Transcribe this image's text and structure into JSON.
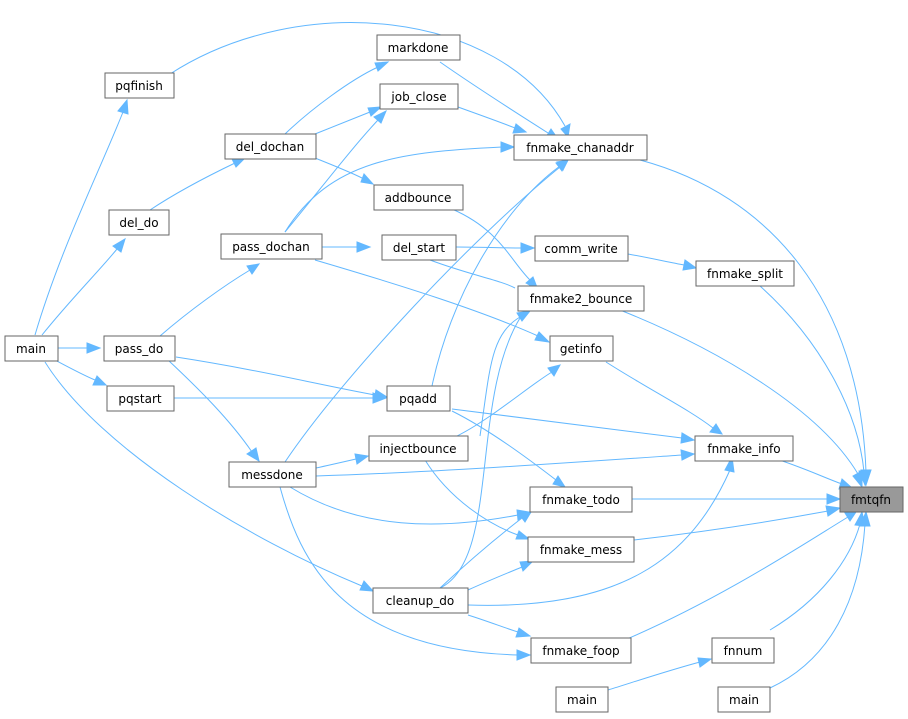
{
  "graph": {
    "colors": {
      "edge": "#63b8ff",
      "node_border": "#666666",
      "focus_fill": "#999999",
      "background": "#ffffff"
    },
    "nodes": {
      "fmtqfn": "fmtqfn",
      "fnmake_chanaddr": "fnmake_chanaddr",
      "fnmake_split": "fnmake_split",
      "fnmake2_bounce": "fnmake2_bounce",
      "fnmake_info": "fnmake_info",
      "fnmake_todo": "fnmake_todo",
      "fnmake_mess": "fnmake_mess",
      "fnmake_foop": "fnmake_foop",
      "fnnum": "fnnum",
      "main_fnnum": "main",
      "main_direct": "main",
      "markdone": "markdone",
      "job_close": "job_close",
      "addbounce": "addbounce",
      "del_start": "del_start",
      "comm_write": "comm_write",
      "getinfo": "getinfo",
      "pqadd": "pqadd",
      "injectbounce": "injectbounce",
      "cleanup_do": "cleanup_do",
      "pqfinish": "pqfinish",
      "del_dochan": "del_dochan",
      "del_do": "del_do",
      "pass_dochan": "pass_dochan",
      "pass_do": "pass_do",
      "pqstart": "pqstart",
      "messdone": "messdone",
      "main_root": "main"
    }
  }
}
